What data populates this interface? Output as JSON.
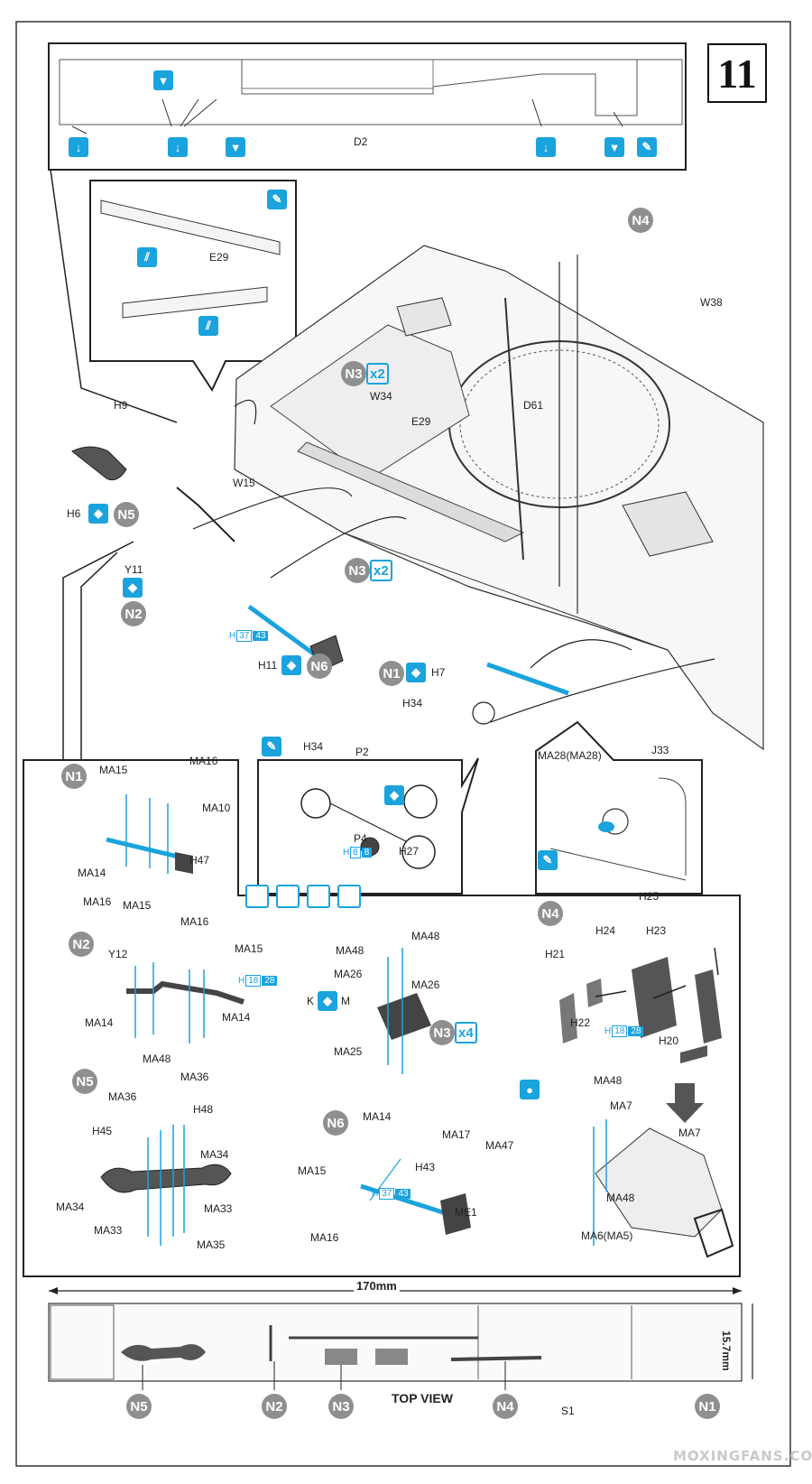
{
  "step": {
    "number": "11"
  },
  "top_panel": {
    "part": "D2"
  },
  "inset_e29": {
    "part": "E29"
  },
  "main_parts": {
    "N4": "N4",
    "W38": "W38",
    "N3": "N3",
    "x2": "x2",
    "W34": "W34",
    "D61": "D61",
    "E29": "E29",
    "H9": "H9",
    "H6": "H6",
    "N5": "N5",
    "W15": "W15",
    "Y11": "Y11",
    "N2": "N2",
    "H11": "H11",
    "N6": "N6",
    "N1": "N1",
    "H7": "H7",
    "H34": "H34",
    "paint_H37": {
      "h": "H",
      "a": "37",
      "b": "43"
    }
  },
  "headlight_inset": {
    "H34": "H34",
    "P2": "P2",
    "P4": "P4",
    "H27": "H27",
    "paint": {
      "h": "H",
      "a": "8",
      "b": "8"
    }
  },
  "bracket_inset": {
    "MA28": "MA28(MA28)",
    "J33": "J33"
  },
  "n1_box": {
    "badge": "N1",
    "MA15": "MA15",
    "MA16": "MA16",
    "MA10": "MA10",
    "MA14": "MA14",
    "H47": "H47"
  },
  "n2_box": {
    "badge": "N2",
    "MA16a": "MA16",
    "MA15a": "MA15",
    "MA16b": "MA16",
    "MA15b": "MA15",
    "Y12": "Y12",
    "paint": {
      "h": "H",
      "a": "18",
      "b": "28"
    },
    "MA14a": "MA14",
    "MA14b": "MA14"
  },
  "n3_box": {
    "MA48a": "MA48",
    "MA48b": "MA48",
    "MA26a": "MA26",
    "MA26b": "MA26",
    "K": "K",
    "M": "M",
    "badge": "N3",
    "mult": "x4",
    "MA25": "MA25"
  },
  "n4_box": {
    "badge": "N4",
    "H25": "H25",
    "H24": "H24",
    "H23": "H23",
    "H21": "H21",
    "H22": "H22",
    "H20": "H20",
    "paint": {
      "h": "H",
      "a": "18",
      "b": "28"
    }
  },
  "n4b_box": {
    "MA48a": "MA48",
    "MA7a": "MA7",
    "MA7b": "MA7",
    "MA48b": "MA48",
    "MA6": "MA6(MA5)"
  },
  "n5_box": {
    "badge": "N5",
    "MA48": "MA48",
    "MA36a": "MA36",
    "MA36b": "MA36",
    "H48": "H48",
    "H45": "H45",
    "MA34a": "MA34",
    "MA34b": "MA34",
    "MA33a": "MA33",
    "MA33b": "MA33",
    "MA35": "MA35"
  },
  "n6_box": {
    "badge": "N6",
    "MA14": "MA14",
    "MA17": "MA17",
    "MA47": "MA47",
    "H43": "H43",
    "MA15": "MA15",
    "MA16": "MA16",
    "ME1": "ME1",
    "paint": {
      "h": "H",
      "a": "37",
      "b": "43"
    }
  },
  "top_view": {
    "dimension": "170mm",
    "height_dim": "15.7mm",
    "title": "TOP VIEW",
    "part": "S1",
    "badges": [
      "N5",
      "N2",
      "N3",
      "N4",
      "N1"
    ]
  },
  "watermark": "MOXINGFANS.COM"
}
